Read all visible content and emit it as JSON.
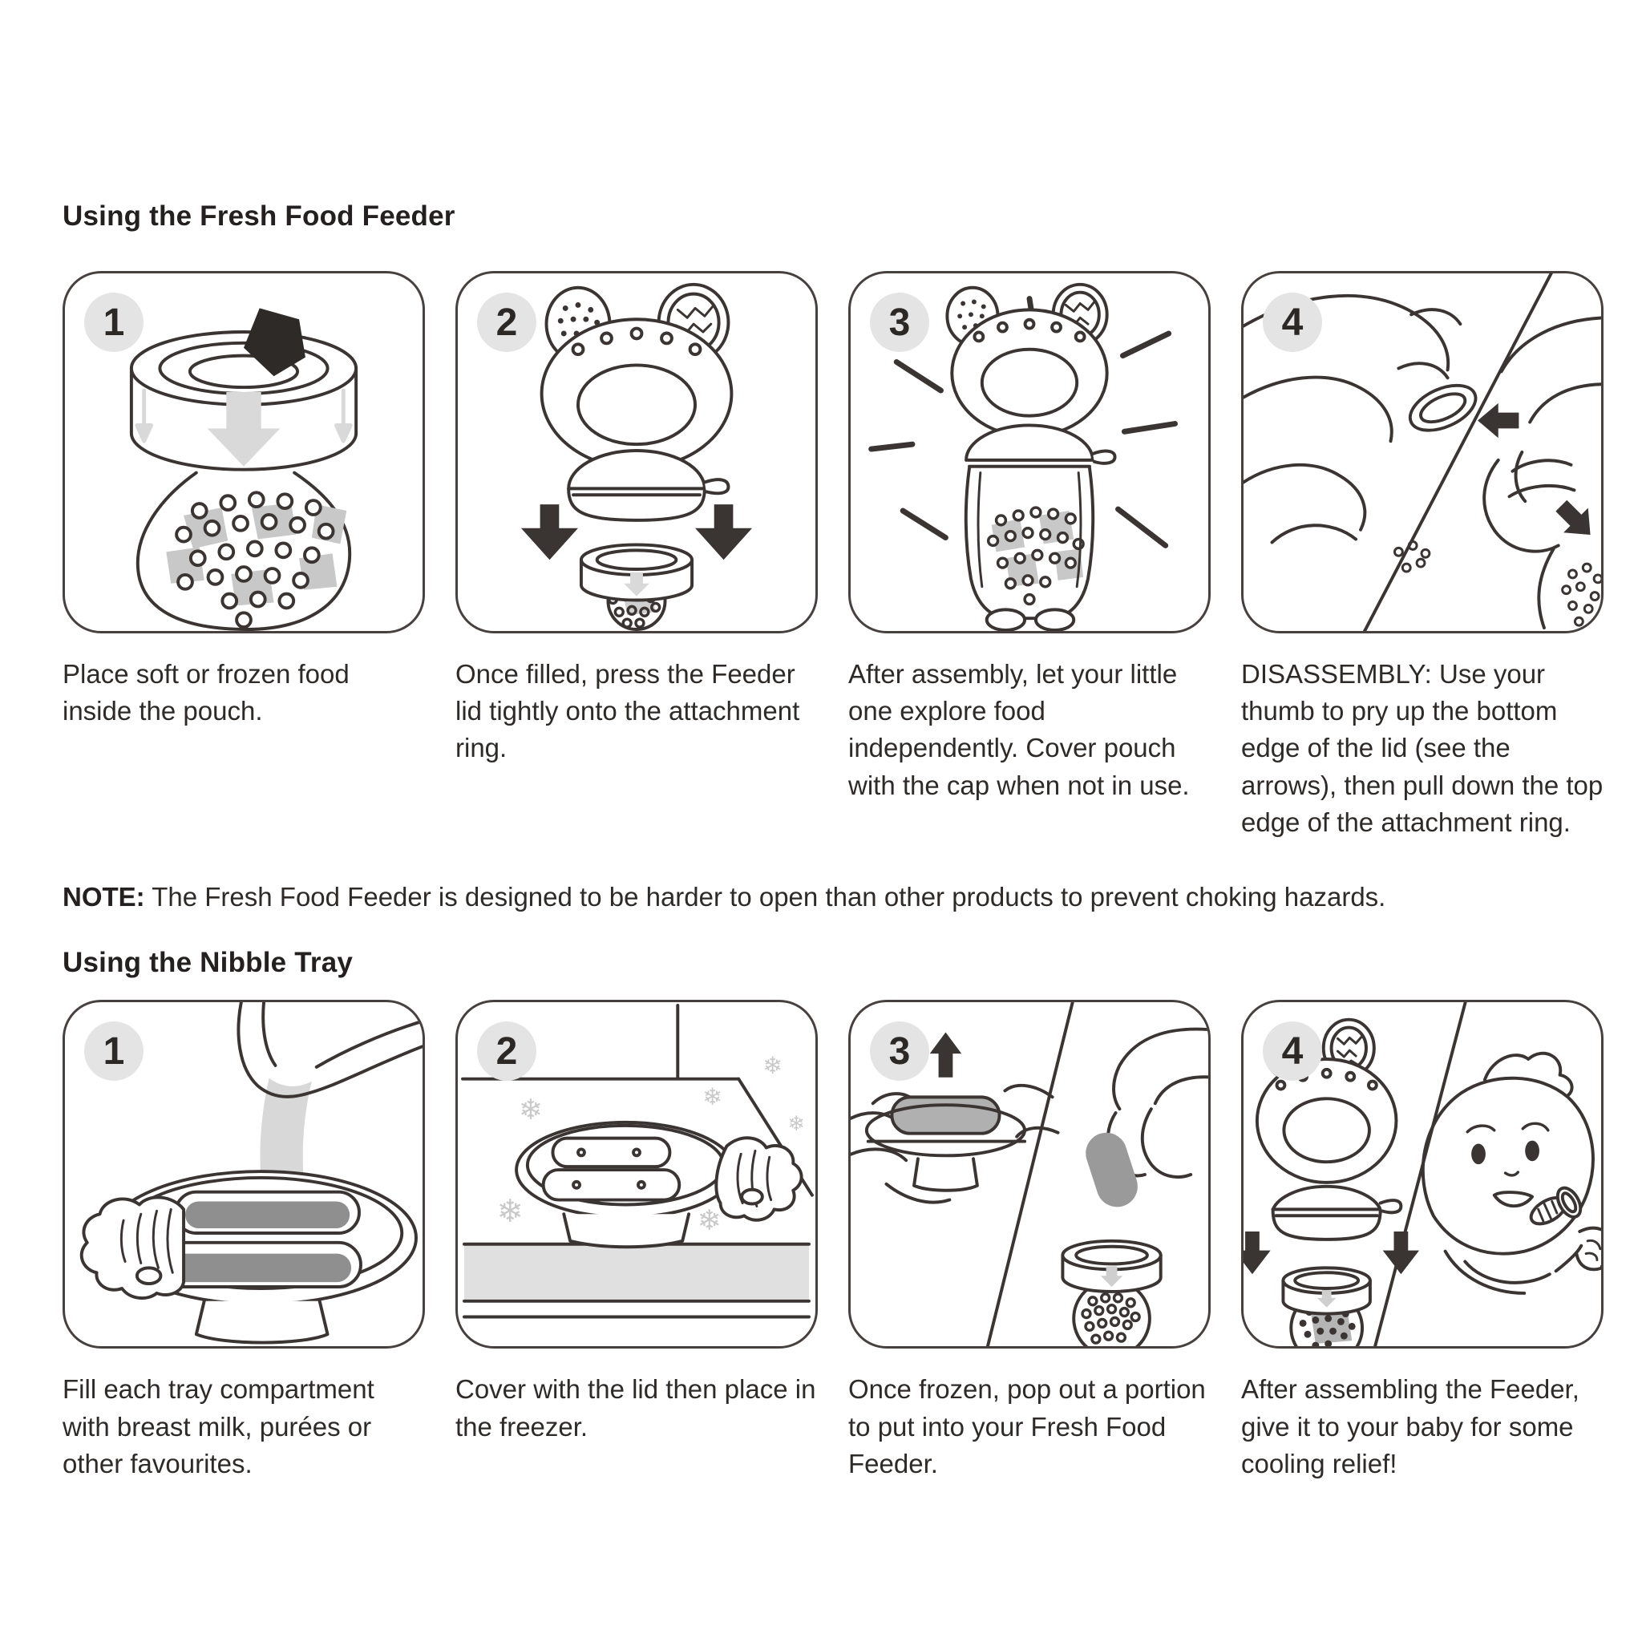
{
  "section1": {
    "heading": "Using the Fresh Food Feeder",
    "steps": [
      {
        "num": "1",
        "caption": "Place soft or frozen food inside the pouch."
      },
      {
        "num": "2",
        "caption": "Once filled, press the Feeder lid tightly onto the attachment ring."
      },
      {
        "num": "3",
        "caption": "After assembly, let your little one explore food independently. Cover pouch with the cap when not in use."
      },
      {
        "num": "4",
        "caption": "DISASSEMBLY: Use your thumb to pry up the bottom edge of the lid (see the arrows), then pull down the top edge of the attachment ring."
      }
    ]
  },
  "note": {
    "label": "NOTE:",
    "text": " The Fresh Food Feeder is designed to be harder to open than other products to prevent choking hazards."
  },
  "section2": {
    "heading": "Using the Nibble Tray",
    "steps": [
      {
        "num": "1",
        "caption": "Fill each tray compartment with breast milk, purées or other favourites."
      },
      {
        "num": "2",
        "caption": "Cover with the lid then place in the freezer."
      },
      {
        "num": "3",
        "caption": "Once frozen, pop out a portion to put into your Fresh Food Feeder."
      },
      {
        "num": "4",
        "caption": "After assembling the Feeder, give it to your baby for some cooling relief!"
      }
    ]
  },
  "glyphs": {
    "snowflake": "❄"
  },
  "colors": {
    "ink": "#3a3533",
    "badge_bg": "#e4e4e4",
    "food_chunk_gray": "#c8c8c8",
    "arrow_light_gray": "#d9d9d9",
    "fill_gray": "#8f8f8f",
    "shelf_gray": "#e0e0e0"
  }
}
